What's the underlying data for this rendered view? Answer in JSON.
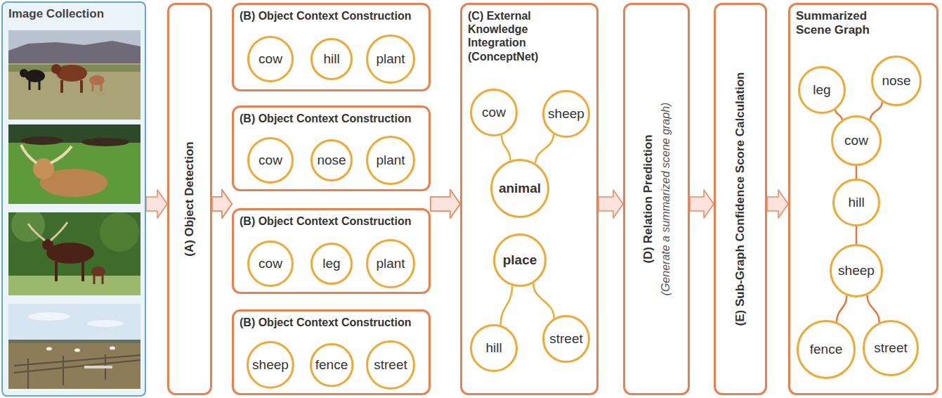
{
  "diagram": {
    "nodes": [
      {
        "text": [
          "Image Collection"
        ]
      },
      {
        "text": [
          "(A) Object Detection"
        ]
      },
      {
        "text": [
          "(B) Object Context Construction"
        ]
      },
      {
        "text": [
          "cow"
        ],
        "in": 2
      },
      {
        "text": [
          "hill"
        ],
        "in": 2
      },
      {
        "text": [
          "plant"
        ],
        "in": 2
      },
      {
        "text": [
          "(B) Object Context Construction"
        ]
      },
      {
        "text": [
          "cow"
        ],
        "in": 6
      },
      {
        "text": [
          "nose"
        ],
        "in": 6
      },
      {
        "text": [
          "plant"
        ],
        "in": 6
      },
      {
        "text": [
          "(B) Object Context Construction"
        ]
      },
      {
        "text": [
          "cow"
        ],
        "in": 10
      },
      {
        "text": [
          "leg"
        ],
        "in": 10
      },
      {
        "text": [
          "plant"
        ],
        "in": 10
      },
      {
        "text": [
          "(B) Object Context Construction"
        ]
      },
      {
        "text": [
          "sheep"
        ],
        "in": 14
      },
      {
        "text": [
          "fence"
        ],
        "in": 14
      },
      {
        "text": [
          "street"
        ],
        "in": 14
      },
      {
        "text": [
          "(C) External Knowledge Integration (ConceptNet)"
        ]
      },
      {
        "text": [
          "cow"
        ],
        "in": 18
      },
      {
        "text": [
          "sheep"
        ],
        "in": 18
      },
      {
        "text": [
          "animal"
        ],
        "in": 18
      },
      {
        "text": [
          "place"
        ],
        "in": 18
      },
      {
        "text": [
          "hill"
        ],
        "in": 18
      },
      {
        "text": [
          "street"
        ],
        "in": 18
      },
      {
        "text": [
          "(D) Relation Prediction",
          "(Generate a summarized scene graph)"
        ]
      },
      {
        "text": [
          "(E) Sub-Graph Confidence Score Calculation"
        ]
      },
      {
        "text": [
          "Summarized Scene Graph"
        ]
      },
      {
        "text": [
          "leg"
        ],
        "in": 27
      },
      {
        "text": [
          "nose"
        ],
        "in": 27
      },
      {
        "text": [
          "cow"
        ],
        "in": 27
      },
      {
        "text": [
          "hill"
        ],
        "in": 27
      },
      {
        "text": [
          "sheep"
        ],
        "in": 27
      },
      {
        "text": [
          "fence"
        ],
        "in": 27
      },
      {
        "text": [
          "street"
        ],
        "in": 27
      }
    ],
    "edges": [
      {
        "from": 0,
        "to": 1,
        "arrow": "to"
      },
      {
        "from": 1,
        "to": 2,
        "arrow": "to"
      },
      {
        "from": 1,
        "to": 6,
        "arrow": "to"
      },
      {
        "from": 1,
        "to": 10,
        "arrow": "to"
      },
      {
        "from": 1,
        "to": 14,
        "arrow": "to"
      },
      {
        "from": 2,
        "to": 18,
        "arrow": "to"
      },
      {
        "from": 6,
        "to": 18,
        "arrow": "to"
      },
      {
        "from": 10,
        "to": 18,
        "arrow": "to"
      },
      {
        "from": 14,
        "to": 18,
        "arrow": "to"
      },
      {
        "from": 18,
        "to": 25,
        "arrow": "to"
      },
      {
        "from": 25,
        "to": 26,
        "arrow": "to"
      },
      {
        "from": 26,
        "to": 27,
        "arrow": "to"
      },
      {
        "from": 19,
        "to": 21,
        "arrow": "none"
      },
      {
        "from": 20,
        "to": 21,
        "arrow": "none"
      },
      {
        "from": 22,
        "to": 23,
        "arrow": "none"
      },
      {
        "from": 22,
        "to": 24,
        "arrow": "none"
      },
      {
        "from": 28,
        "to": 30,
        "arrow": "none"
      },
      {
        "from": 29,
        "to": 30,
        "arrow": "none"
      },
      {
        "from": 30,
        "to": 31,
        "arrow": "none"
      },
      {
        "from": 31,
        "to": 32,
        "arrow": "none"
      },
      {
        "from": 32,
        "to": 33,
        "arrow": "none"
      },
      {
        "from": 32,
        "to": 34,
        "arrow": "none"
      }
    ]
  }
}
